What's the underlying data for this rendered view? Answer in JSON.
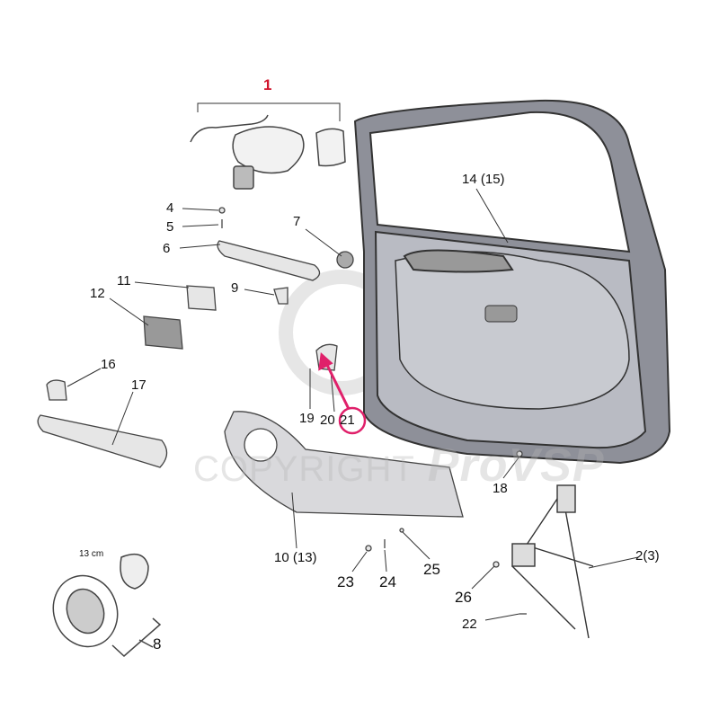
{
  "title_callout": "1",
  "labels": {
    "l2": "2(3)",
    "l4": "4",
    "l5": "5",
    "l6": "6",
    "l7": "7",
    "l8": "8",
    "l9": "9",
    "l10": "10 (13)",
    "l11": "11",
    "l12": "12",
    "l14": "14 (15)",
    "l16": "16",
    "l17": "17",
    "l18": "18",
    "l19": "19",
    "l20": "20",
    "l21": "21",
    "l22": "22",
    "l23": "23",
    "l24": "24",
    "l25": "25",
    "l26": "26",
    "size_note": "13 cm"
  },
  "watermark": {
    "copyright": "COPYRIGHT",
    "brand": "ProVSP"
  },
  "colors": {
    "highlight": "#d0142c",
    "arrow": "#e0206a"
  }
}
